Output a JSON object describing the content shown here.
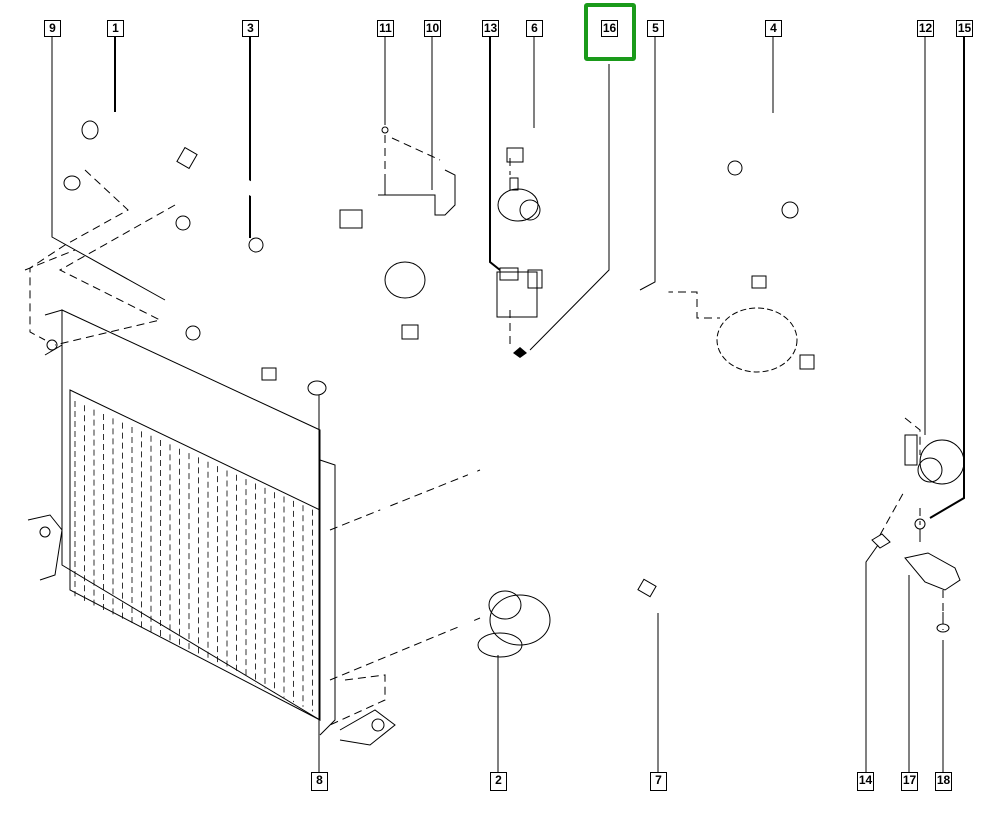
{
  "diagram": {
    "type": "exploded-parts-diagram",
    "highlighted_callout": "16",
    "highlight_color": "#1a9a1a",
    "callouts_top": [
      {
        "id": "9",
        "label": "9"
      },
      {
        "id": "1",
        "label": "1"
      },
      {
        "id": "3",
        "label": "3"
      },
      {
        "id": "11",
        "label": "11"
      },
      {
        "id": "10",
        "label": "10"
      },
      {
        "id": "13",
        "label": "13"
      },
      {
        "id": "6",
        "label": "6"
      },
      {
        "id": "16",
        "label": "16"
      },
      {
        "id": "5",
        "label": "5"
      },
      {
        "id": "4",
        "label": "4"
      },
      {
        "id": "12",
        "label": "12"
      },
      {
        "id": "15",
        "label": "15"
      }
    ],
    "callouts_bottom": [
      {
        "id": "8",
        "label": "8"
      },
      {
        "id": "2",
        "label": "2"
      },
      {
        "id": "7",
        "label": "7"
      },
      {
        "id": "14",
        "label": "14"
      },
      {
        "id": "17",
        "label": "17"
      },
      {
        "id": "18",
        "label": "18"
      }
    ]
  }
}
